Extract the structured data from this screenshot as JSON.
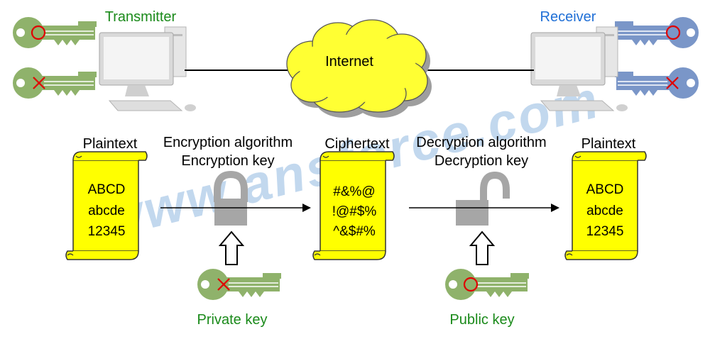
{
  "labels": {
    "transmitter": "Transmitter",
    "receiver": "Receiver",
    "internet": "Internet",
    "plaintext_left": "Plaintext",
    "encryption_algorithm": "Encryption algorithm",
    "encryption_key": "Encryption key",
    "ciphertext": "Ciphertext",
    "decryption_algorithm": "Decryption algorithm",
    "decryption_key": "Decryption key",
    "plaintext_right": "Plaintext",
    "private_key": "Private key",
    "public_key": "Public key",
    "watermark": "www.ansforce.com"
  },
  "scrolls": {
    "plain_left": [
      "ABCD",
      "abcde",
      "12345"
    ],
    "cipher": [
      "#&%@",
      "!@#$%",
      "^&$#%"
    ],
    "plain_right": [
      "ABCD",
      "abcde",
      "12345"
    ]
  },
  "colors": {
    "green_text": "#1a8a1a",
    "blue_text": "#1f6fd6",
    "key_green": "#8fb26b",
    "key_blue": "#7a96c8",
    "scroll_fill": "#ffff00",
    "cloud_fill": "#ffff33",
    "lock_gray": "#a6a6a6",
    "mark_red": "#e00000",
    "watermark": "#a9c8e8"
  },
  "icons": {
    "key": "key-icon",
    "lock_closed": "padlock-closed-icon",
    "lock_open": "padlock-open-icon",
    "computer": "desktop-computer-icon",
    "cloud": "cloud-icon",
    "arrow_up": "up-arrow-icon"
  }
}
